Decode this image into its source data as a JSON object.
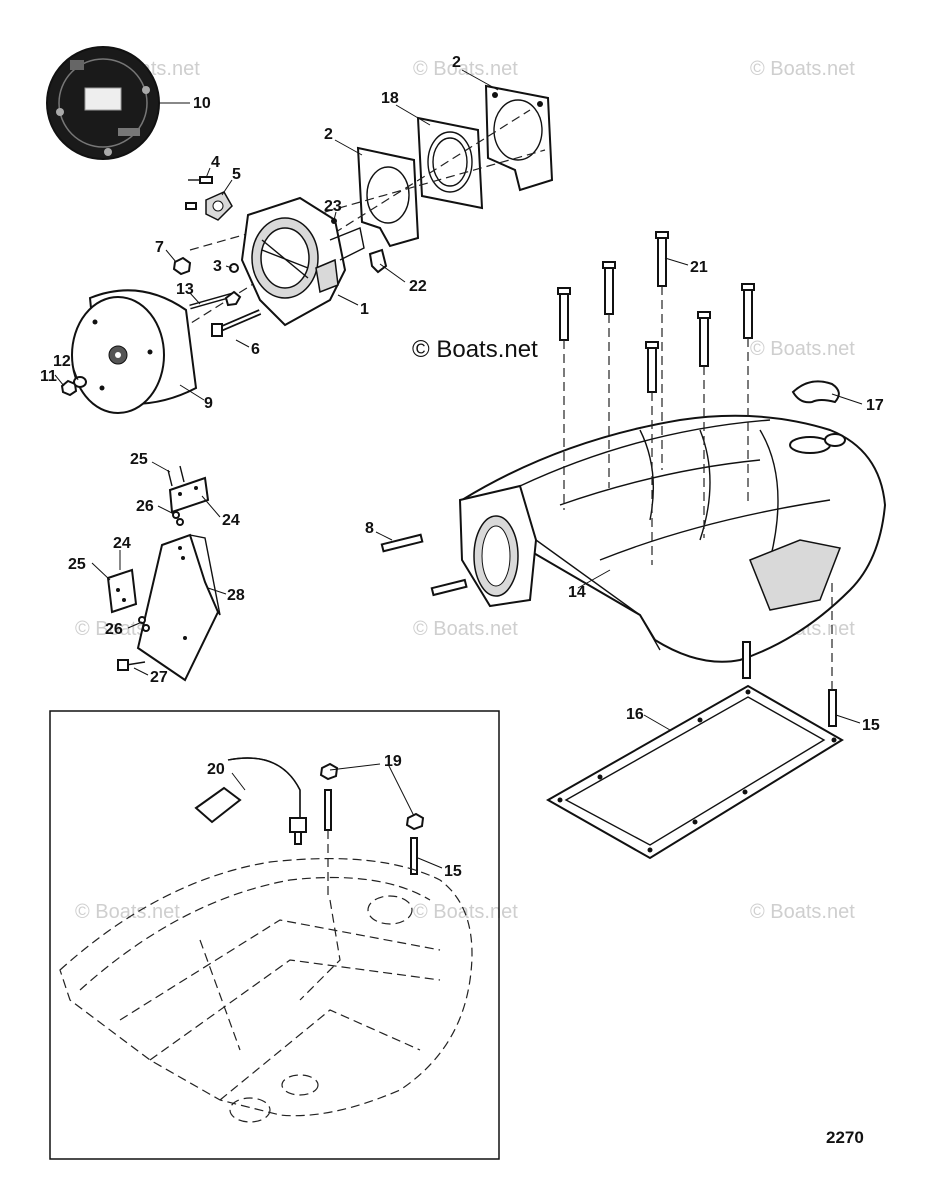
{
  "watermark": "© Boats.net",
  "copyright": "© Boats.net",
  "diagram_number": "2270",
  "callouts": {
    "c10": "10",
    "c2a": "2",
    "c18": "18",
    "c2b": "2",
    "c4": "4",
    "c5": "5",
    "c23": "23",
    "c7": "7",
    "c3": "3",
    "c22": "22",
    "c13": "13",
    "c1": "1",
    "c6": "6",
    "c21": "21",
    "c12": "12",
    "c11": "11",
    "c9": "9",
    "c17": "17",
    "c25a": "25",
    "c26a": "26",
    "c24a": "24",
    "c8": "8",
    "c24b": "24",
    "c25b": "25",
    "c28": "28",
    "c14": "14",
    "c26b": "26",
    "c27": "27",
    "c16": "16",
    "c15a": "15",
    "c20": "20",
    "c19": "19",
    "c15b": "15"
  }
}
